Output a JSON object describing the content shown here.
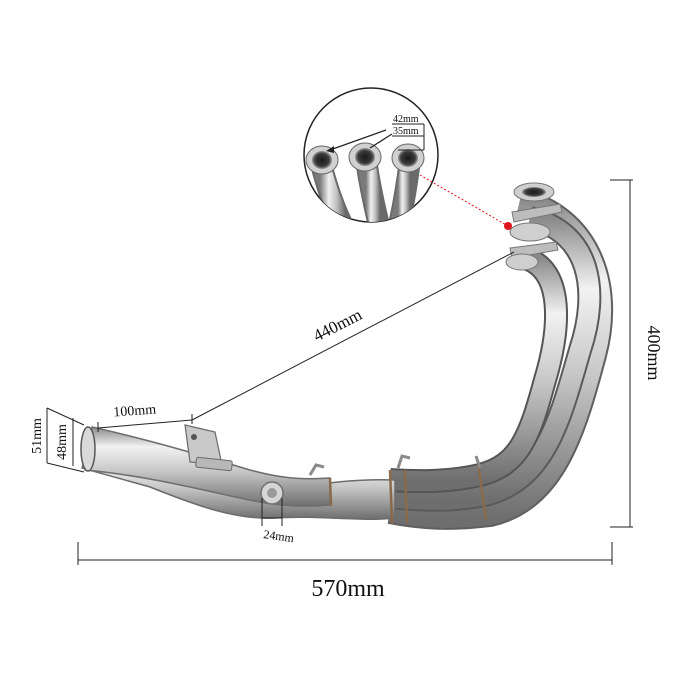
{
  "dimensions": {
    "overall_length": "570mm",
    "height": "400mm",
    "header_to_joint_length": "440mm",
    "inlet_section_length": "100mm",
    "outlet_outer_diameter": "51mm",
    "outlet_inner_diameter": "48mm",
    "sensor_bung": "24mm",
    "flange_outer_diameter": "42mm",
    "flange_inner_diameter": "35mm"
  },
  "colors": {
    "pipe_light": "#eeeeee",
    "pipe_mid": "#bfbfbf",
    "pipe_dark": "#7d7d7d",
    "weld": "#8a6a4a",
    "dimension_line": "#222222",
    "callout_pointer": "#e0141e"
  },
  "icons": {
    "inset": "header-flange-detail-circle",
    "pointer": "red-callout-dot"
  }
}
